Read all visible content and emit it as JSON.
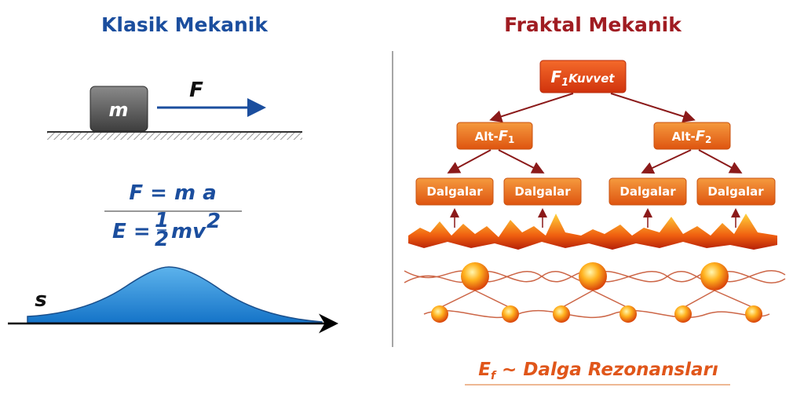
{
  "left": {
    "title": "Klasik Mekanik",
    "mass_label": "m",
    "force_label": "F",
    "formula1": "F = m a",
    "formula2_prefix": "E = ",
    "formula2_num": "1",
    "formula2_den": "2",
    "formula2_suffix": "mv",
    "formula2_exp": "2",
    "axis_label": "s"
  },
  "right": {
    "title": "Fraktal Mekanik",
    "root": {
      "main": "F",
      "sub": "1",
      "rest": "Kuvvet"
    },
    "branches": [
      {
        "prefix": "Alt-",
        "main": "F",
        "sub": "1"
      },
      {
        "prefix": "Alt-",
        "main": "F",
        "sub": "2"
      }
    ],
    "leaves": [
      "Dalgalar",
      "Dalgalar",
      "Dalgalar",
      "Dalgalar"
    ],
    "caption": {
      "main": "E",
      "sub": "f",
      "rest": " ~ Dalga Rezonansları"
    }
  },
  "colors": {
    "classic": "#1b4e9e",
    "fractal_title": "#a01c22",
    "box": "#e8651a",
    "arrow": "#8b1a1a"
  }
}
